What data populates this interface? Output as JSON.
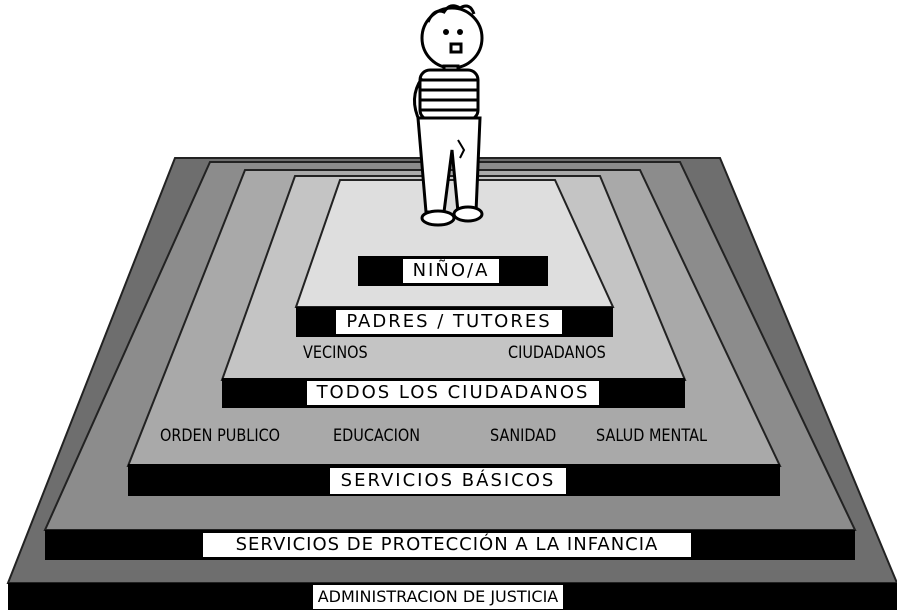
{
  "levels": {
    "child": "NIÑO/A",
    "parents": "PADRES / TUTORES",
    "neighbors": "VECINOS",
    "citizens": "CIUDADANOS",
    "all_citizens": "TODOS  LOS CIUDADANOS",
    "basic_services": "SERVICIOS BÁSICOS",
    "child_protection": "SERVICIOS DE PROTECCIÓN A LA INFANCIA",
    "justice": "ADMINISTRACION DE JUSTICIA"
  },
  "basic_services_items": [
    "ORDEN PUBLICO",
    "EDUCACION",
    "SANIDAD",
    "SALUD MENTAL"
  ],
  "colors": {
    "tier1": "#6e6e6e",
    "tier2": "#8c8c8c",
    "tier3": "#a9a9a9",
    "tier4": "#c4c4c4",
    "tier5": "#dedede",
    "band": "#000000",
    "label_box": "#ffffff"
  }
}
